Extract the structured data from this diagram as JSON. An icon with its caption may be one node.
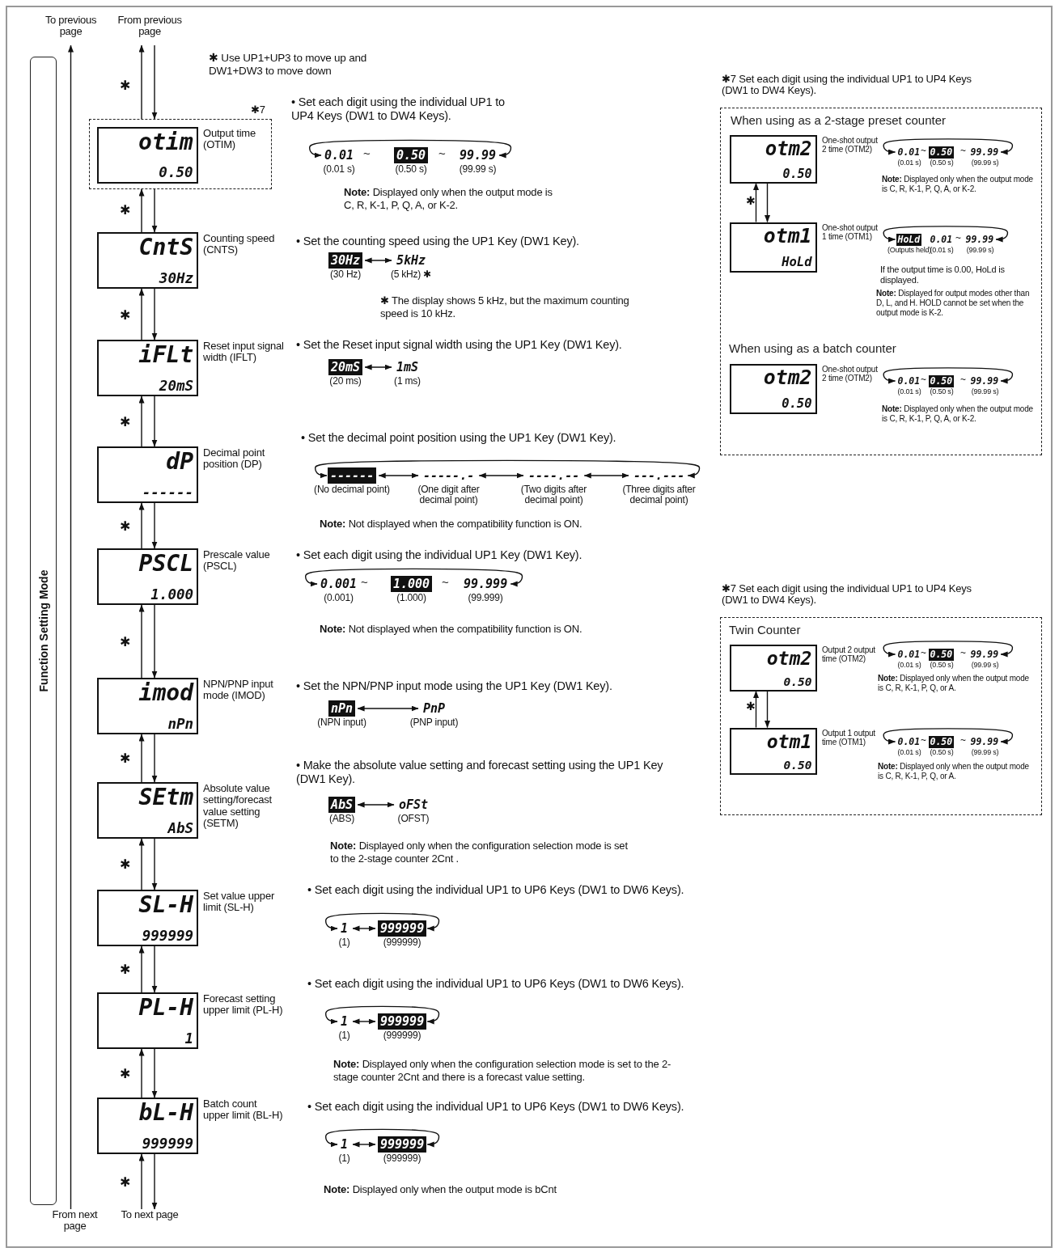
{
  "diagram": {
    "nodes": [
      {
        "text": [
          "To previous page"
        ]
      },
      {
        "text": [
          "From previous page"
        ]
      },
      {
        "text": [
          "Function Setting Mode"
        ]
      },
      {
        "text": [],
        "shape": "box",
        "beside": [
          "✱7"
        ]
      },
      {
        "text": [
          "otim",
          "0.50"
        ],
        "in": 3,
        "beside": [
          "Output time (OTIM)"
        ]
      },
      {
        "text": [
          "0.01"
        ],
        "beside": [
          "(0.01 s)"
        ]
      },
      {
        "text": [
          "0.50"
        ],
        "beside": [
          "(0.50 s)"
        ]
      },
      {
        "text": [
          "99.99"
        ],
        "beside": [
          "(99.99 s)"
        ]
      },
      {
        "text": [
          "CntS",
          "30Hz"
        ],
        "beside": [
          "Counting speed (CNTS)"
        ]
      },
      {
        "text": [
          "30Hz"
        ],
        "beside": [
          "(30 Hz)"
        ]
      },
      {
        "text": [
          "5kHz"
        ],
        "beside": [
          "(5 kHz) ✱"
        ]
      },
      {
        "text": [
          "iFLt",
          "20mS"
        ],
        "beside": [
          "Reset input signal width (IFLT)"
        ]
      },
      {
        "text": [
          "20mS"
        ],
        "beside": [
          "(20 ms)"
        ]
      },
      {
        "text": [
          "1mS"
        ],
        "beside": [
          "(1 ms)"
        ]
      },
      {
        "text": [
          "dP",
          "------"
        ],
        "beside": [
          "Decimal point position (DP)"
        ]
      },
      {
        "text": [
          "------"
        ],
        "beside": [
          "(No decimal point)"
        ]
      },
      {
        "text": [
          "-----.-"
        ],
        "beside": [
          "(One digit after decimal point)"
        ]
      },
      {
        "text": [
          "----.--"
        ],
        "beside": [
          "(Two digits after decimal point)"
        ]
      },
      {
        "text": [
          "---.---"
        ],
        "beside": [
          "(Three digits after decimal point)"
        ]
      },
      {
        "text": [
          "PSCL",
          "1.000"
        ],
        "beside": [
          "Prescale value (PSCL)"
        ]
      },
      {
        "text": [
          "0.001"
        ],
        "beside": [
          "(0.001)"
        ]
      },
      {
        "text": [
          "1.000"
        ],
        "beside": [
          "(1.000)"
        ]
      },
      {
        "text": [
          "99.999"
        ],
        "beside": [
          "(99.999)"
        ]
      },
      {
        "text": [
          "imod",
          "nPn"
        ],
        "beside": [
          "NPN/PNP input mode (IMOD)"
        ]
      },
      {
        "text": [
          "nPn"
        ],
        "beside": [
          "(NPN input)"
        ]
      },
      {
        "text": [
          "PnP"
        ],
        "beside": [
          "(PNP input)"
        ]
      },
      {
        "text": [
          "SEtm",
          "AbS"
        ],
        "beside": [
          "Absolute value setting/forecast value setting (SETM)"
        ]
      },
      {
        "text": [
          "AbS"
        ],
        "beside": [
          "(ABS)"
        ]
      },
      {
        "text": [
          "oFSt"
        ],
        "beside": [
          "(OFST)"
        ]
      },
      {
        "text": [
          "SL-H",
          "999999"
        ],
        "beside": [
          "Set value upper limit (SL-H)"
        ]
      },
      {
        "text": [
          "1"
        ],
        "beside": [
          "(1)"
        ]
      },
      {
        "text": [
          "999999"
        ],
        "beside": [
          "(999999)"
        ]
      },
      {
        "text": [
          "PL-H",
          "1"
        ],
        "beside": [
          "Forecast setting upper limit (PL-H)"
        ]
      },
      {
        "text": [
          "1"
        ],
        "beside": [
          "(1)"
        ]
      },
      {
        "text": [
          "999999"
        ],
        "beside": [
          "(999999)"
        ]
      },
      {
        "text": [
          "bL-H",
          "999999"
        ],
        "beside": [
          "Batch count upper limit (BL-H)"
        ]
      },
      {
        "text": [
          "1"
        ],
        "beside": [
          "(1)"
        ]
      },
      {
        "text": [
          "999999"
        ],
        "beside": [
          "(999999)"
        ]
      },
      {
        "text": [
          "From next page"
        ]
      },
      {
        "text": [
          "To next page"
        ]
      },
      {
        "text": [
          "When using as a 2-stage preset counter",
          "When using as a batch counter"
        ],
        "beside": [
          "✱7 Set each digit using the individual UP1 to UP4 Keys (DW1 to DW4 Keys)."
        ]
      },
      {
        "text": [
          "otm2",
          "0.50"
        ],
        "in": 40,
        "beside": [
          "One-shot output 2 time (OTM2)"
        ]
      },
      {
        "text": [
          "0.01"
        ],
        "in": 40,
        "beside": [
          "(0.01 s)"
        ]
      },
      {
        "text": [
          "0.50"
        ],
        "in": 40,
        "beside": [
          "(0.50 s)"
        ]
      },
      {
        "text": [
          "99.99"
        ],
        "in": 40,
        "beside": [
          "(99.99 s)"
        ]
      },
      {
        "text": [
          "otm1",
          "HoLd"
        ],
        "in": 40,
        "beside": [
          "One-shot output 1 time (OTM1)"
        ]
      },
      {
        "text": [
          "HoLd"
        ],
        "in": 40,
        "beside": [
          "(Outputs held)"
        ]
      },
      {
        "text": [
          "0.01"
        ],
        "in": 40,
        "beside": [
          "(0.01 s)"
        ]
      },
      {
        "text": [
          "99.99"
        ],
        "in": 40,
        "beside": [
          "(99.99 s)"
        ]
      },
      {
        "text": [
          "otm2",
          "0.50"
        ],
        "in": 40,
        "beside": [
          "One-shot output 2 time (OTM2)"
        ]
      },
      {
        "text": [
          "0.01"
        ],
        "in": 40,
        "beside": [
          "(0.01 s)"
        ]
      },
      {
        "text": [
          "0.50"
        ],
        "in": 40,
        "beside": [
          "(0.50 s)"
        ]
      },
      {
        "text": [
          "99.99"
        ],
        "in": 40,
        "beside": [
          "(99.99 s)"
        ]
      },
      {
        "text": [
          "Twin Counter"
        ],
        "beside": [
          "✱7 Set each digit using the individual UP1 to UP4 Keys (DW1 to DW4 Keys)."
        ]
      },
      {
        "text": [
          "otm2",
          "0.50"
        ],
        "in": 53,
        "beside": [
          "Output 2 output time (OTM2)"
        ]
      },
      {
        "text": [
          "0.01"
        ],
        "in": 53,
        "beside": [
          "(0.01 s)"
        ]
      },
      {
        "text": [
          "0.50"
        ],
        "in": 53,
        "beside": [
          "(0.50 s)"
        ]
      },
      {
        "text": [
          "99.99"
        ],
        "in": 53,
        "beside": [
          "(99.99 s)"
        ]
      },
      {
        "text": [
          "otm1",
          "0.50"
        ],
        "in": 53,
        "beside": [
          "Output 1 output time (OTM1)"
        ]
      },
      {
        "text": [
          "0.01"
        ],
        "in": 53,
        "beside": [
          "(0.01 s)"
        ]
      },
      {
        "text": [
          "0.50"
        ],
        "in": 53,
        "beside": [
          "(0.50 s)"
        ]
      },
      {
        "text": [
          "99.99"
        ],
        "in": 53,
        "beside": [
          "(99.99 s)"
        ]
      }
    ],
    "edges": [
      {
        "from": 1,
        "to": 3,
        "arrow": "to"
      },
      {
        "from": 3,
        "to": 1,
        "arrow": "to"
      },
      {
        "from": 8,
        "to": 3,
        "arrow": "to"
      },
      {
        "from": 3,
        "to": 8,
        "arrow": "to"
      },
      {
        "from": 11,
        "to": 8,
        "arrow": "to"
      },
      {
        "from": 8,
        "to": 11,
        "arrow": "to"
      },
      {
        "from": 14,
        "to": 11,
        "arrow": "to"
      },
      {
        "from": 11,
        "to": 14,
        "arrow": "to"
      },
      {
        "from": 19,
        "to": 14,
        "arrow": "to"
      },
      {
        "from": 14,
        "to": 19,
        "arrow": "to"
      },
      {
        "from": 23,
        "to": 19,
        "arrow": "to"
      },
      {
        "from": 19,
        "to": 23,
        "arrow": "to"
      },
      {
        "from": 26,
        "to": 23,
        "arrow": "to"
      },
      {
        "from": 23,
        "to": 26,
        "arrow": "to"
      },
      {
        "from": 29,
        "to": 26,
        "arrow": "to"
      },
      {
        "from": 26,
        "to": 29,
        "arrow": "to"
      },
      {
        "from": 32,
        "to": 29,
        "arrow": "to"
      },
      {
        "from": 29,
        "to": 32,
        "arrow": "to"
      },
      {
        "from": 35,
        "to": 32,
        "arrow": "to"
      },
      {
        "from": 32,
        "to": 35,
        "arrow": "to"
      },
      {
        "from": 35,
        "to": 39,
        "arrow": "to"
      },
      {
        "from": 39,
        "to": 35,
        "arrow": "to"
      },
      {
        "from": 38,
        "to": 0,
        "arrow": "to"
      },
      {
        "from": 5,
        "to": 7,
        "arrow": "both"
      },
      {
        "from": 9,
        "to": 10,
        "arrow": "both"
      },
      {
        "from": 12,
        "to": 13,
        "arrow": "both"
      },
      {
        "from": 15,
        "to": 16,
        "arrow": "both"
      },
      {
        "from": 16,
        "to": 17,
        "arrow": "both"
      },
      {
        "from": 17,
        "to": 18,
        "arrow": "both"
      },
      {
        "from": 15,
        "to": 18,
        "arrow": "both"
      },
      {
        "from": 20,
        "to": 22,
        "arrow": "both"
      },
      {
        "from": 24,
        "to": 25,
        "arrow": "both"
      },
      {
        "from": 27,
        "to": 28,
        "arrow": "both"
      },
      {
        "from": 30,
        "to": 31,
        "arrow": "both"
      },
      {
        "from": 30,
        "to": 31,
        "arrow": "both"
      },
      {
        "from": 33,
        "to": 34,
        "arrow": "both"
      },
      {
        "from": 33,
        "to": 34,
        "arrow": "both"
      },
      {
        "from": 36,
        "to": 37,
        "arrow": "both"
      },
      {
        "from": 36,
        "to": 37,
        "arrow": "both"
      },
      {
        "from": 45,
        "to": 41,
        "arrow": "to"
      },
      {
        "from": 41,
        "to": 45,
        "arrow": "to"
      },
      {
        "from": 42,
        "to": 44,
        "arrow": "both"
      },
      {
        "from": 46,
        "to": 48,
        "arrow": "both"
      },
      {
        "from": 50,
        "to": 52,
        "arrow": "both"
      },
      {
        "from": 58,
        "to": 54,
        "arrow": "to"
      },
      {
        "from": 54,
        "to": 58,
        "arrow": "to"
      },
      {
        "from": 55,
        "to": 57,
        "arrow": "both"
      },
      {
        "from": 59,
        "to": 61,
        "arrow": "both"
      }
    ],
    "labels": [
      "✱ Use UP1+UP3 to move up and DW1+DW3 to move down",
      "✱",
      "✱",
      "✱",
      "✱",
      "✱",
      "✱",
      "✱",
      "✱",
      "✱",
      "✱",
      "✱",
      "✱",
      "✱",
      "• Set each digit using the individual UP1 to UP4 Keys (DW1 to DW4 Keys).",
      "~",
      "~",
      "**Note:** Displayed only when the output mode is C, R, K-1, P, Q, A, or K-2.",
      "• Set the counting speed using the UP1 Key (DW1 Key).",
      "✱ The display shows 5 kHz, but the maximum counting speed is 10 kHz.",
      "• Set the Reset input signal width using the UP1 Key (DW1 Key).",
      "• Set the decimal point position using the UP1 Key (DW1 Key).",
      "**Note:** Not displayed when the compatibility function is ON.",
      "• Set each digit using the individual UP1 Key (DW1 Key).",
      "~",
      "~",
      "**Note:** Not displayed when the compatibility function is ON.",
      "• Set the NPN/PNP input mode using the UP1 Key (DW1 Key).",
      "• Make the absolute value setting and forecast setting using the UP1 Key (DW1 Key).",
      "**Note:** Displayed only when the configuration selection mode is set to the 2-stage counter 2Cnt .",
      "• Set each digit using the individual UP1 to UP6 Keys (DW1 to DW6 Keys).",
      "• Set each digit using the individual UP1 to UP6 Keys (DW1 to DW6 Keys).",
      "**Note:** Displayed only when the configuration selection mode is set to the 2-stage counter 2Cnt and there is a forecast value setting.",
      "• Set each digit using the individual UP1 to UP6 Keys (DW1 to DW6 Keys).",
      "**Note:** Displayed only when the output mode is bCnt",
      "~",
      "~",
      "**Note:** Displayed only when the output mode is C, R, K-1, P, Q, A, or K-2.",
      "~",
      "If the output time is 0.00, HoLd is displayed.",
      "**Note:** Displayed for output modes other than D, L, and H. HOLD cannot be set when the output mode is K-2.",
      "~",
      "~",
      "**Note:** Displayed only when the output mode is C, R, K-1, P, Q, A, or K-2.",
      "~",
      "~",
      "**Note:** Displayed only when the output mode is C, R, K-1, P, Q, or A.",
      "~",
      "~",
      "**Note:** Displayed only when the output mode is C, R, K-1, P, Q, or A."
    ]
  }
}
